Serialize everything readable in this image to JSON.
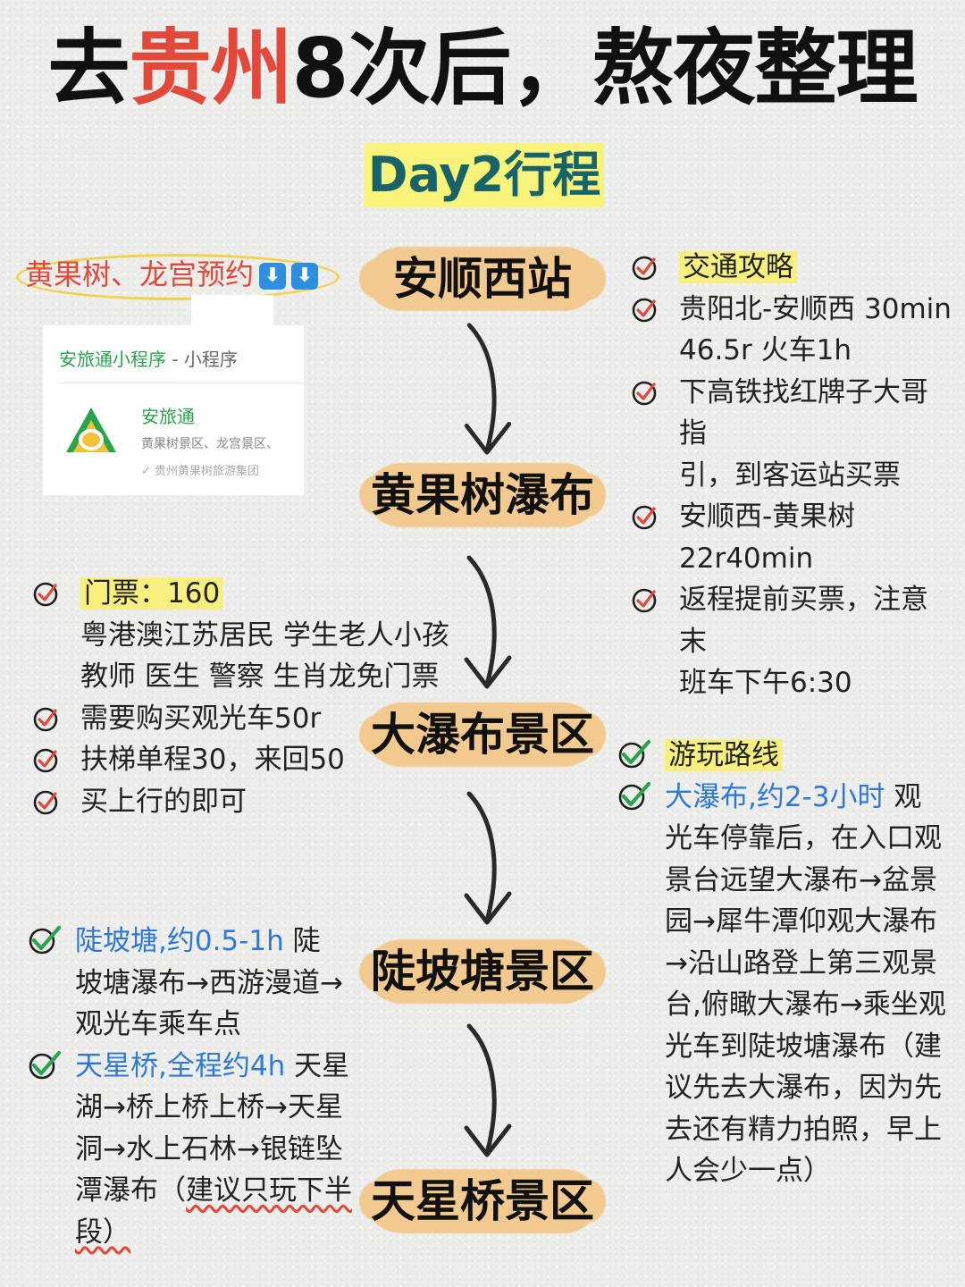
{
  "title": {
    "part1": "去",
    "part2": "贵州",
    "part3": "8次后，熬夜整理"
  },
  "subtitle": "Day2行程",
  "booking": {
    "label": "黄果树、龙宫预约",
    "icon": "download-icon"
  },
  "miniapp_card": {
    "header_name": "安旅通小程序",
    "header_suffix": " - 小程序",
    "app_name": "安旅通",
    "description": "黄果树景区、龙宫景区、",
    "org": "贵州黄果树旅游集团"
  },
  "stations": [
    "安顺西站",
    "黄果树瀑布",
    "大瀑布景区",
    "陡坡塘景区",
    "天星桥景区"
  ],
  "transport": {
    "heading": "交通攻略",
    "items": [
      {
        "line1": "贵阳北-安顺西 30min",
        "line2": "46.5r 火车1h"
      },
      {
        "line1": "下高铁找红牌子大哥指",
        "line2": "引，到客运站买票"
      },
      {
        "line1": "安顺西-黄果树",
        "line2": "22r40min"
      },
      {
        "line1": "返程提前买票，注意末",
        "line2": "班车下午6:30"
      }
    ]
  },
  "tickets": {
    "heading": "门票：160",
    "free_line1": "粤港澳江苏居民 学生老人小孩",
    "free_line2": "教师 医生 警察 生肖龙免门票",
    "items": [
      "需要购买观光车50r",
      "扶梯单程30，来回50",
      "买上行的即可"
    ]
  },
  "route": {
    "heading": "游玩路线",
    "lead": "大瀑布,约2-3小时",
    "lines": [
      " 观",
      "光车停靠后，在入口观",
      "景台远望大瀑布→盆景",
      "园→犀牛潭仰观大瀑布",
      "→沿山路登上第三观景",
      "台,俯瞰大瀑布→乘坐观",
      "光车到陡坡塘瀑布（建",
      "议先去大瀑布，因为先",
      "去还有精力拍照，早上",
      "人会少一点）"
    ]
  },
  "doupotang": {
    "lead": "陡坡塘,约0.5-1h",
    "lines": [
      " 陡",
      "坡塘瀑布→西游漫道→",
      "观光车乘车点"
    ]
  },
  "tianxing": {
    "lead": "天星桥,全程约4h",
    "lines": [
      " 天星",
      "湖→桥上桥上桥→天星",
      "洞→水上石林→银链坠",
      "潭瀑布（",
      "建议只玩下半",
      "段）"
    ]
  },
  "colors": {
    "accent_red": "#e2493b",
    "highlight_yellow": "#f7ef7e",
    "station_blob": "#f2c98e",
    "link_blue": "#2f78d8",
    "check_green": "#2aa34c",
    "subtitle_teal": "#18626a"
  }
}
